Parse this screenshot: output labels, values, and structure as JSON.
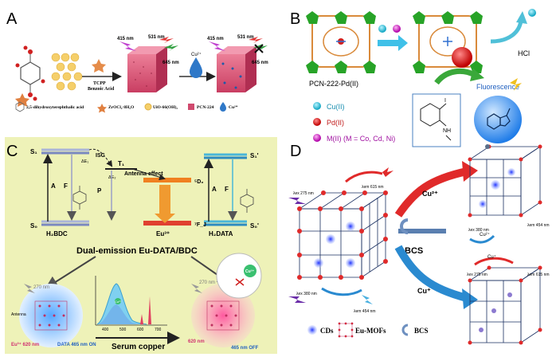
{
  "panels": {
    "A": {
      "letter": "A",
      "reagent_label_1": "TCPP",
      "reagent_label_2": "Benzoic Acid",
      "cu_ion": "Cu²⁺",
      "wl_415_a": "415 nm",
      "wl_531_a": "531 nm",
      "wl_645_a": "645 nm",
      "wl_415_b": "415 nm",
      "wl_531_b": "531 nm",
      "wl_645_b": "645 nm",
      "legend": {
        "dhta": "2,5-dihydroxyterephthalic acid",
        "zr": "ZrOCl₂·8H₂O",
        "uio": "UiO-66(OH)₂",
        "pcn": "PCN-224",
        "cu": "Cu²⁺"
      }
    },
    "B": {
      "letter": "B",
      "framework_label": "PCN-222-Pd(II)",
      "hcl": "HCl",
      "fluorescence": "Fluorescence",
      "nh": "NH",
      "iodo": "I",
      "legend": {
        "cu": "Cu(II)",
        "pd": "Pd(II)",
        "m": "M(II) (M = Co, Cd, Ni)"
      }
    },
    "C": {
      "letter": "C",
      "s1": "S₁",
      "s0": "S₀",
      "t1": "T₁",
      "isc": "ISC",
      "antenna": "Antenna effect",
      "d0": "⁵D₀",
      "fj": "⁷F_J",
      "eu": "Eu³⁺",
      "s1p": "S₁'",
      "s0p": "S₀'",
      "a": "A",
      "f": "F",
      "p": "P",
      "de1": "ΔE₁",
      "de2": "ΔE₂",
      "h2bdc": "H₂BDC",
      "h2data": "H₂DATA",
      "title": "Dual-emission Eu-DATA/BDC",
      "serum": "Serum copper",
      "ex_left": "270 nm",
      "ex_right": "270 nm",
      "antenna_small": "Antenna",
      "eu_em": "Eu³⁺ 620 nm",
      "data_on": "DATA 465 nm ON",
      "eu_em_r": "620 nm",
      "data_off": "465 nm OFF",
      "cu2": "Cu²⁺",
      "cu2_spec": "Cu²⁺",
      "x_ticks": [
        "400",
        "500",
        "600",
        "700"
      ]
    },
    "D": {
      "letter": "D",
      "bcs": "BCS",
      "cu2_arrow": "Cu²⁺",
      "cu_arrow": "Cu⁺",
      "cu2_loop": "Cu²⁺",
      "cu_loop": "Cu⁺",
      "ex1": "λex 275 nm",
      "em1": "λem 615 nm",
      "ex2": "λex 380 nm",
      "em2": "λem 454 nm",
      "ex3": "λex 380 nm",
      "em3": "λem 454 nm",
      "ex4": "λex 275 nm",
      "em4": "λem 615 nm",
      "legend": {
        "cds": "CDs",
        "eu_mofs": "Eu-MOFs",
        "bcs": "BCS"
      }
    }
  },
  "colors": {
    "panelC_bg": "#eef2b8",
    "cube_red": "#e05a7a",
    "mof_green": "#2ea82e",
    "pd_red": "#e02020",
    "cu_cyan": "#23c7d8",
    "m_magenta": "#d020c8",
    "cds_blue": "#3050e0"
  }
}
